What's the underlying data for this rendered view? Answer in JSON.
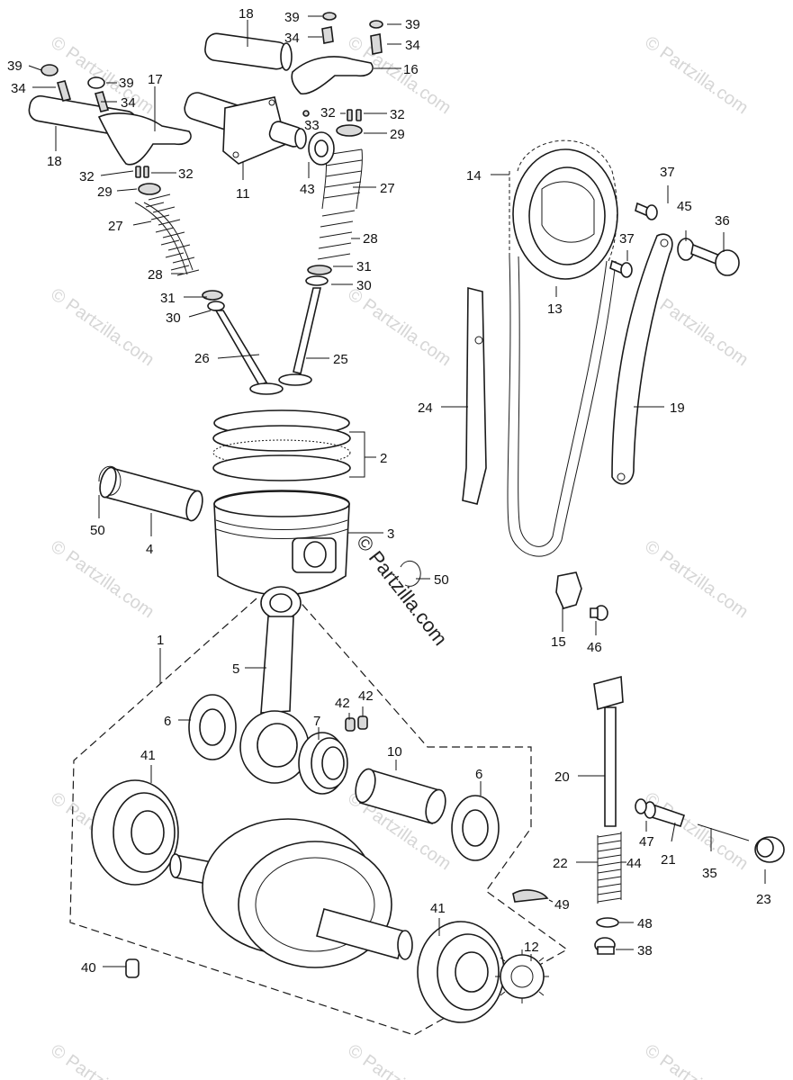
{
  "watermark": {
    "tile_text": "© Partzilla.com",
    "center_text": "© Partzilla.com"
  },
  "callouts": {
    "c1": "1",
    "c2": "2",
    "c3": "3",
    "c4": "4",
    "c5": "5",
    "c6a": "6",
    "c6b": "6",
    "c7": "7",
    "c10": "10",
    "c11": "11",
    "c12": "12",
    "c13": "13",
    "c14": "14",
    "c15": "15",
    "c16": "16",
    "c17": "17",
    "c18a": "18",
    "c18b": "18",
    "c19": "19",
    "c20": "20",
    "c21": "21",
    "c22": "22",
    "c23": "23",
    "c24": "24",
    "c25": "25",
    "c26": "26",
    "c27a": "27",
    "c27b": "27",
    "c28a": "28",
    "c28b": "28",
    "c29a": "29",
    "c29b": "29",
    "c30a": "30",
    "c30b": "30",
    "c31a": "31",
    "c31b": "31",
    "c32a": "32",
    "c32b": "32",
    "c32c": "32",
    "c32d": "32",
    "c33": "33",
    "c34a": "34",
    "c34b": "34",
    "c34c": "34",
    "c34d": "34",
    "c35": "35",
    "c36": "36",
    "c37a": "37",
    "c37b": "37",
    "c38": "38",
    "c39a": "39",
    "c39b": "39",
    "c39c": "39",
    "c39d": "39",
    "c40": "40",
    "c41a": "41",
    "c41b": "41",
    "c42a": "42",
    "c42b": "42",
    "c43": "43",
    "c44": "44",
    "c45": "45",
    "c46": "46",
    "c47": "47",
    "c48": "48",
    "c49": "49",
    "c50a": "50",
    "c50b": "50"
  }
}
